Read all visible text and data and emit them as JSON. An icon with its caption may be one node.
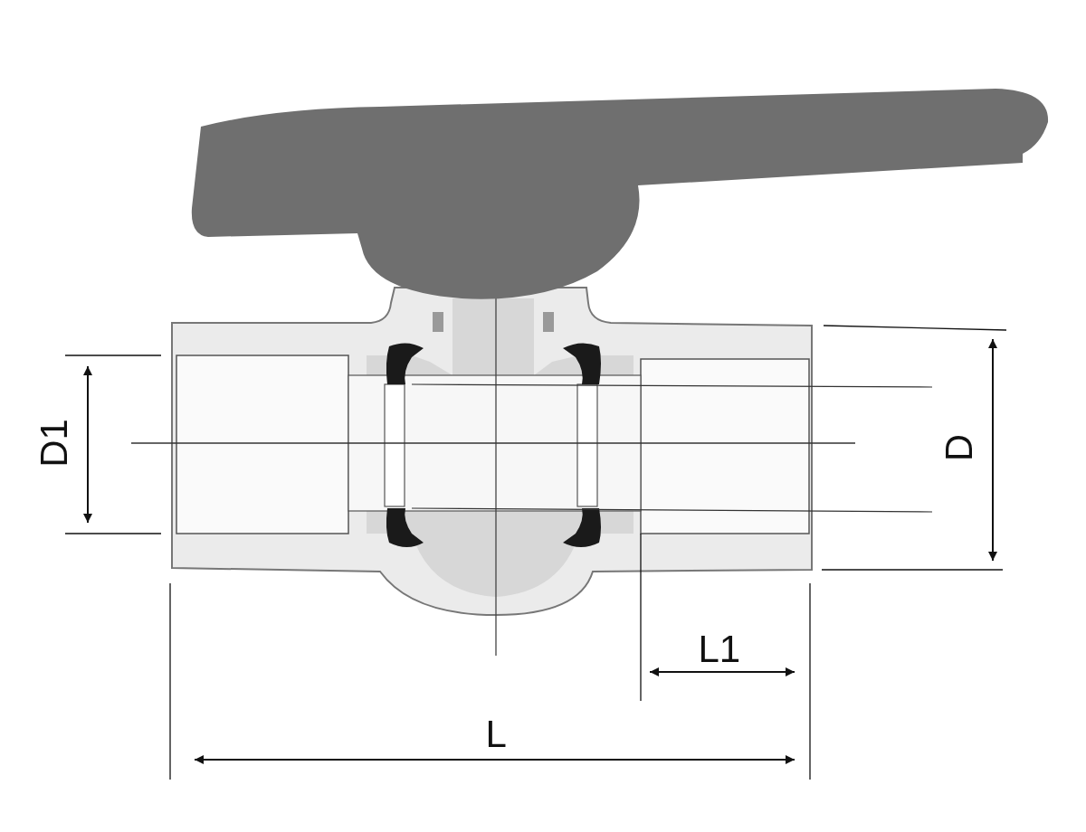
{
  "diagram": {
    "labels": [
      "D1",
      "D",
      "L1",
      "L"
    ]
  }
}
